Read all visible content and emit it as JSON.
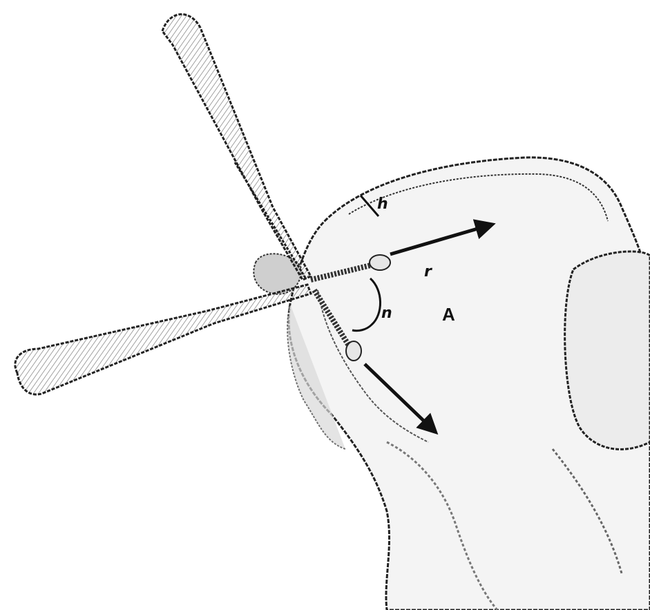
{
  "labels": {
    "h": "h",
    "r": "r",
    "n": "n",
    "A": "A"
  },
  "colors": {
    "ink": "#111111",
    "bone_fill": "#f2f2f2",
    "bone_shade": "#c8c8c8",
    "background": "#ffffff"
  }
}
